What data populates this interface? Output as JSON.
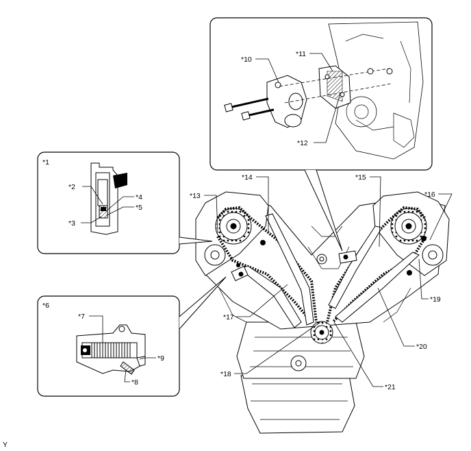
{
  "labels": {
    "l1": "*1",
    "l2": "*2",
    "l3": "*3",
    "l4": "*4",
    "l5": "*5",
    "l6": "*6",
    "l7": "*7",
    "l8": "*8",
    "l9": "*9",
    "l10": "*10",
    "l11": "*11",
    "l12": "*12",
    "l13": "*13",
    "l14": "*14",
    "l15": "*15",
    "l16": "*16",
    "l17": "*17",
    "l18": "*18",
    "l19": "*19",
    "l20": "*20",
    "l21": "*21"
  },
  "corner_code": "Y"
}
